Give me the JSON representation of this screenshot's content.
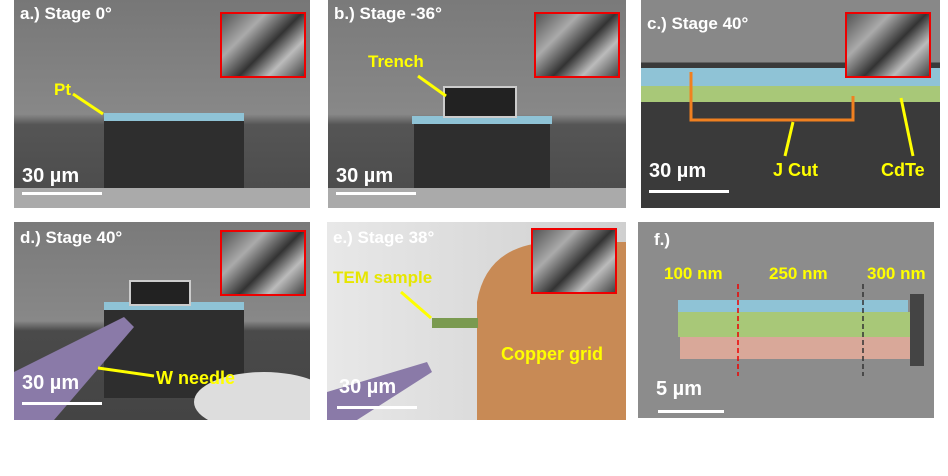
{
  "panels": {
    "a": {
      "label": "a.) Stage 0°",
      "annotation": "Pt",
      "scale": "30  µm"
    },
    "b": {
      "label": "b.) Stage -36°",
      "annotation": "Trench",
      "scale": "30  µm"
    },
    "c": {
      "label": "c.) Stage 40°",
      "annotations": [
        "J Cut",
        "CdTe"
      ],
      "scale": "30  µm"
    },
    "d": {
      "label": "d.) Stage 40°",
      "annotation": "W needle",
      "scale": "30  µm"
    },
    "e": {
      "label": "e.) Stage 38°",
      "annotations": [
        "TEM sample",
        "Copper grid"
      ],
      "scale": "30  µm"
    },
    "f": {
      "label": "f.)",
      "thicknesses": [
        "100 nm",
        "250 nm",
        "300 nm"
      ],
      "scale": "5 µm"
    }
  },
  "colors": {
    "pt_layer": "#8fc3d6",
    "cdte_layer": "#a8c878",
    "substrate_layer": "#d9a899",
    "copper": "#c88a55",
    "needle": "#8a7aa8",
    "annotation": "#ffff00",
    "inset_border": "#e00000"
  }
}
